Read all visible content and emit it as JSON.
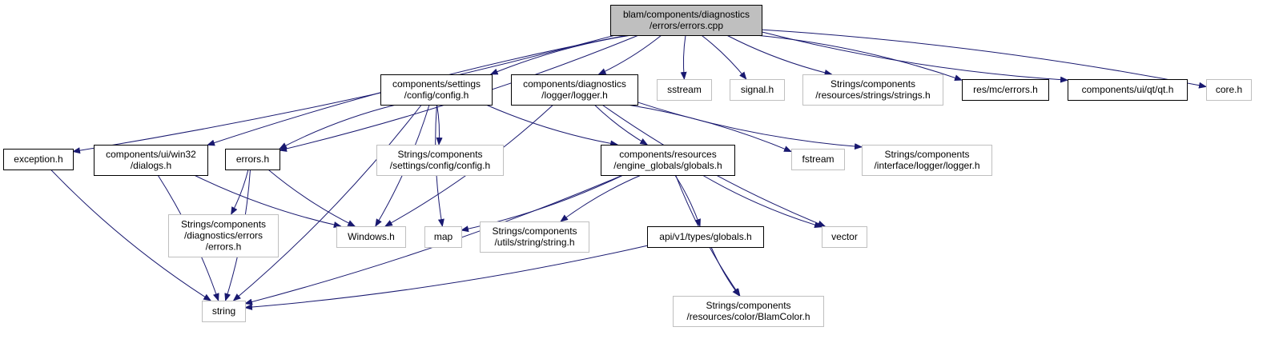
{
  "graph": {
    "colors": {
      "edge": "#191970",
      "root_fill": "#bfbfbf",
      "root_border": "#000000",
      "documented_border": "#000000",
      "external_border": "#bfbfbf",
      "background": "#ffffff"
    },
    "nodes": [
      {
        "id": "root",
        "lines": [
          "blam/components/diagnostics",
          "/errors/errors.cpp"
        ],
        "kind": "root"
      },
      {
        "id": "exception_h",
        "lines": [
          "exception.h"
        ],
        "kind": "documented"
      },
      {
        "id": "win32_dialogs_h",
        "lines": [
          "components/ui/win32",
          "/dialogs.h"
        ],
        "kind": "documented"
      },
      {
        "id": "errors_h",
        "lines": [
          "errors.h"
        ],
        "kind": "documented"
      },
      {
        "id": "config_h",
        "lines": [
          "components/settings",
          "/config/config.h"
        ],
        "kind": "documented"
      },
      {
        "id": "logger_h",
        "lines": [
          "components/diagnostics",
          "/logger/logger.h"
        ],
        "kind": "documented"
      },
      {
        "id": "sstream",
        "lines": [
          "sstream"
        ],
        "kind": "external"
      },
      {
        "id": "signal_h",
        "lines": [
          "signal.h"
        ],
        "kind": "external"
      },
      {
        "id": "strings_h",
        "lines": [
          "Strings/components",
          "/resources/strings/strings.h"
        ],
        "kind": "external"
      },
      {
        "id": "res_errors_h",
        "lines": [
          "res/mc/errors.h"
        ],
        "kind": "documented"
      },
      {
        "id": "qt_h",
        "lines": [
          "components/ui/qt/qt.h"
        ],
        "kind": "documented"
      },
      {
        "id": "core_h",
        "lines": [
          "core.h"
        ],
        "kind": "external"
      },
      {
        "id": "str_config_h",
        "lines": [
          "Strings/components",
          "/settings/config/config.h"
        ],
        "kind": "external"
      },
      {
        "id": "globals_h",
        "lines": [
          "components/resources",
          "/engine_globals/globals.h"
        ],
        "kind": "documented"
      },
      {
        "id": "fstream",
        "lines": [
          "fstream"
        ],
        "kind": "external"
      },
      {
        "id": "str_logger_h",
        "lines": [
          "Strings/components",
          "/interface/logger/logger.h"
        ],
        "kind": "external"
      },
      {
        "id": "str_errors_h",
        "lines": [
          "Strings/components",
          "/diagnostics/errors",
          "/errors.h"
        ],
        "kind": "external"
      },
      {
        "id": "windows_h",
        "lines": [
          "Windows.h"
        ],
        "kind": "external"
      },
      {
        "id": "map",
        "lines": [
          "map"
        ],
        "kind": "external"
      },
      {
        "id": "str_string_h",
        "lines": [
          "Strings/components",
          "/utils/string/string.h"
        ],
        "kind": "external"
      },
      {
        "id": "api_globals_h",
        "lines": [
          "api/v1/types/globals.h"
        ],
        "kind": "documented"
      },
      {
        "id": "vector",
        "lines": [
          "vector"
        ],
        "kind": "external"
      },
      {
        "id": "string",
        "lines": [
          "string"
        ],
        "kind": "external"
      },
      {
        "id": "blamcolor_h",
        "lines": [
          "Strings/components",
          "/resources/color/BlamColor.h"
        ],
        "kind": "external"
      }
    ],
    "edges": [
      {
        "from": "root",
        "to": "exception_h"
      },
      {
        "from": "root",
        "to": "win32_dialogs_h"
      },
      {
        "from": "root",
        "to": "errors_h"
      },
      {
        "from": "root",
        "to": "config_h"
      },
      {
        "from": "root",
        "to": "logger_h"
      },
      {
        "from": "root",
        "to": "sstream"
      },
      {
        "from": "root",
        "to": "signal_h"
      },
      {
        "from": "root",
        "to": "strings_h"
      },
      {
        "from": "root",
        "to": "res_errors_h"
      },
      {
        "from": "root",
        "to": "qt_h"
      },
      {
        "from": "root",
        "to": "core_h"
      },
      {
        "from": "exception_h",
        "to": "string"
      },
      {
        "from": "win32_dialogs_h",
        "to": "string"
      },
      {
        "from": "win32_dialogs_h",
        "to": "windows_h"
      },
      {
        "from": "errors_h",
        "to": "str_errors_h"
      },
      {
        "from": "errors_h",
        "to": "windows_h"
      },
      {
        "from": "errors_h",
        "to": "string"
      },
      {
        "from": "config_h",
        "to": "errors_h"
      },
      {
        "from": "config_h",
        "to": "str_config_h"
      },
      {
        "from": "config_h",
        "to": "globals_h"
      },
      {
        "from": "config_h",
        "to": "windows_h"
      },
      {
        "from": "config_h",
        "to": "map"
      },
      {
        "from": "config_h",
        "to": "string"
      },
      {
        "from": "logger_h",
        "to": "globals_h"
      },
      {
        "from": "logger_h",
        "to": "fstream"
      },
      {
        "from": "logger_h",
        "to": "str_logger_h"
      },
      {
        "from": "logger_h",
        "to": "windows_h"
      },
      {
        "from": "logger_h",
        "to": "vector"
      },
      {
        "from": "globals_h",
        "to": "map"
      },
      {
        "from": "globals_h",
        "to": "str_string_h"
      },
      {
        "from": "globals_h",
        "to": "api_globals_h"
      },
      {
        "from": "globals_h",
        "to": "vector"
      },
      {
        "from": "globals_h",
        "to": "string"
      },
      {
        "from": "globals_h",
        "to": "blamcolor_h"
      },
      {
        "from": "api_globals_h",
        "to": "string"
      },
      {
        "from": "api_globals_h",
        "to": "blamcolor_h"
      }
    ]
  }
}
